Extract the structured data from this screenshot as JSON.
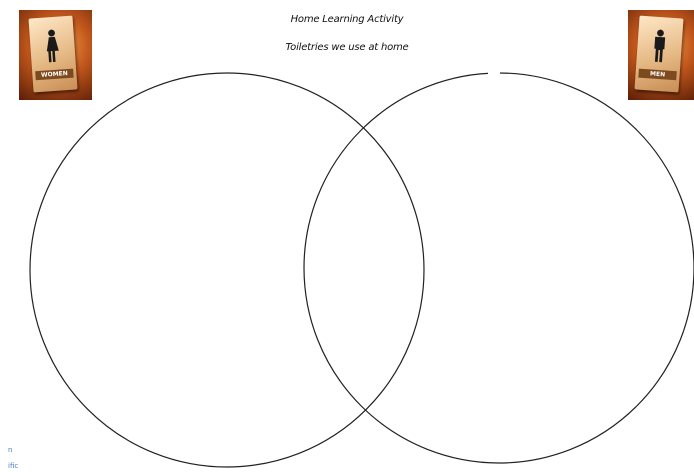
{
  "header": {
    "title": "Home Learning Activity",
    "subtitle": "Toiletries we use at home"
  },
  "signs": {
    "left": {
      "label": "WOMEN",
      "icon": "woman-figure-icon"
    },
    "right": {
      "label": "MEN",
      "icon": "man-figure-icon"
    }
  },
  "colors": {
    "circle_stroke": "#222222",
    "sign_orange": "#c2571c",
    "sign_plate": "#e5b984"
  },
  "footer": {
    "text": "",
    "edge_mark_1": "n",
    "edge_mark_2": "ific"
  }
}
